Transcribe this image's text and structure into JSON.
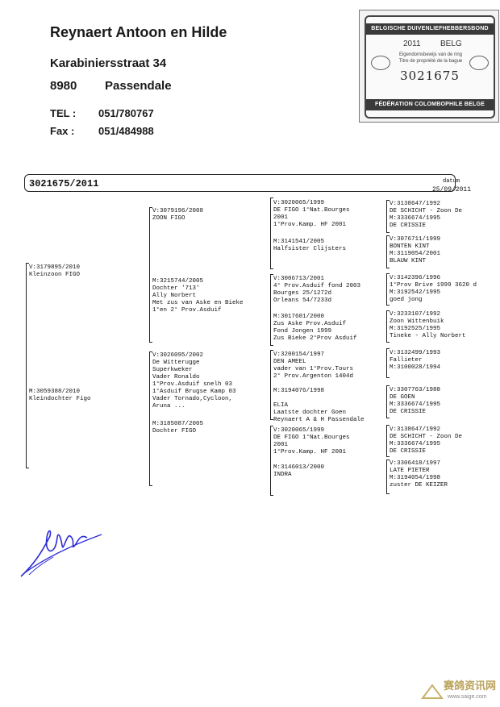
{
  "owner": {
    "name": "Reynaert Antoon en Hilde",
    "street": "Karabiniersstraat 34",
    "postcode": "8980",
    "city": "Passendale",
    "tel_label": "TEL :",
    "tel": "051/780767",
    "fax_label": "Fax :",
    "fax": "051/484988"
  },
  "certificate": {
    "band_top": "BELGISCHE DUIVENLIEFHEBBERSBOND",
    "year": "2011",
    "country": "BELG",
    "line1": "Eigendomsbewijs van de ring",
    "line2": "Titre de propriété de la bague",
    "number": "3021675",
    "band_bottom": "FÉDÉRATION COLOMBOPHILE BELGE"
  },
  "pigeon": {
    "ring": "3021675/2011",
    "datum_label": "datum",
    "datum": "25/09/2011"
  },
  "pedigree": {
    "g1": [
      {
        "lines": [
          "V:3179895/2010",
          "  Kleinzoon FIGO"
        ]
      },
      {
        "lines": [
          "M:3059388/2010",
          "  Kleindochter Figo"
        ]
      }
    ],
    "g2": [
      {
        "lines": [
          "V:3079196/2008",
          "  ZOON FIGO"
        ]
      },
      {
        "lines": [
          "M:3215744/2005",
          "  Dochter '713'",
          "  Ally Norbert",
          "  Met zus van Aske en Bieke",
          "  1°en 2° Prov.Asduif"
        ]
      },
      {
        "lines": [
          "V:3026095/2002",
          "  De Witterugge",
          "  Superkweker",
          "  Vader Ronaldo",
          "  1°Prov.Asduif snelh 03",
          "  1°Asduif Brugse Kamp 03",
          "  Vader Tornado,Cycloon,",
          "  Aruna ..."
        ]
      },
      {
        "lines": [
          "M:3185087/2005",
          "  Dochter FIGO"
        ]
      }
    ],
    "g3": [
      {
        "lines": [
          "V:3020065/1999",
          "  DE FIGO 1°Nat.Bourges",
          "  2001",
          "  1°Prov.Kamp. HF 2001"
        ]
      },
      {
        "lines": [
          "M:3141541/2005",
          "  Halfsister Clijsters"
        ]
      },
      {
        "lines": [
          "V:3006713/2001",
          "  4° Prov.Asduif fond 2003",
          "  Bourges 25/1272d",
          "  Orleans 54/7233d"
        ]
      },
      {
        "lines": [
          "M:3017601/2000",
          "  Zus Aske Prov.Asduif",
          "  Fond Jongen 1999",
          "  Zus Bieke 2°Prov Asduif"
        ]
      },
      {
        "lines": [
          "V:3200154/1997",
          "  DEN AMEEL",
          "  vader van 1°Prov.Tours",
          "  2° Prov.Argenton 1404d"
        ]
      },
      {
        "lines": [
          "M:3194076/1998",
          "",
          "  ELIA",
          "  Laatste dochter Goen",
          "  Reynaert A & H Passendale"
        ]
      },
      {
        "lines": [
          "V:3020065/1999",
          "  DE FIGO 1°Nat.Bourges",
          "  2001",
          "  1°Prov.Kamp. HF 2001"
        ]
      },
      {
        "lines": [
          "M:3146013/2000",
          "  INDRA"
        ]
      }
    ],
    "g4": [
      {
        "lines": [
          "V:3138647/1992",
          "  DE SCHICHT - Zoon De",
          "M:3336674/1995",
          "  DE CRISSIE"
        ]
      },
      {
        "lines": [
          "V:3076711/1999",
          "  BONTEN KINT",
          "M:3119054/2001",
          "  BLAUW KINT"
        ]
      },
      {
        "lines": [
          "V:3142396/1996",
          "  1°Prov Brive 1999 3620 d",
          "M:3192542/1995",
          "  goed jong"
        ]
      },
      {
        "lines": [
          "V:3233107/1992",
          "  Zoon Wittenbuik",
          "M:3192525/1995",
          "  Tineke - Ally Norbert"
        ]
      },
      {
        "lines": [
          "V:3132499/1993",
          "  Fallieter",
          "M:3100028/1994",
          ""
        ]
      },
      {
        "lines": [
          "V:3307763/1988",
          "  DE GOEN",
          "M:3336674/1995",
          "  DE CRISSIE"
        ]
      },
      {
        "lines": [
          "V:3138647/1992",
          "  DE SCHICHT - Zoon De",
          "M:3336674/1995",
          "  DE CRISSIE"
        ]
      },
      {
        "lines": [
          "V:3306418/1997",
          "  LATE PIETER",
          "M:3194054/1998",
          "  zuster DE KEIZER"
        ]
      }
    ]
  },
  "watermark": {
    "text": "赛鸽资讯网",
    "url": "www.saige.com"
  },
  "colors": {
    "ink": "#111111",
    "stamp_band": "#3a3a3a",
    "watermark": "#b9a25a",
    "signature": "#2b2bd6"
  }
}
